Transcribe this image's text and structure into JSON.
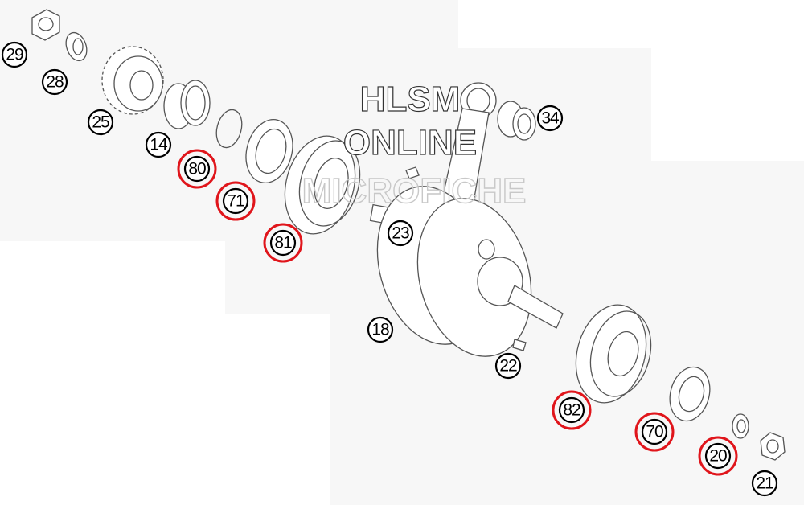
{
  "watermark": {
    "line1": "HLSM",
    "line2": "ONLINE",
    "line3": "MICROFICHE"
  },
  "highlight_color": "#e0151b",
  "callouts": [
    {
      "label": "29",
      "highlighted": false
    },
    {
      "label": "28",
      "highlighted": false
    },
    {
      "label": "25",
      "highlighted": false
    },
    {
      "label": "14",
      "highlighted": false
    },
    {
      "label": "80",
      "highlighted": true
    },
    {
      "label": "71",
      "highlighted": true
    },
    {
      "label": "81",
      "highlighted": true
    },
    {
      "label": "23",
      "highlighted": false
    },
    {
      "label": "34",
      "highlighted": false
    },
    {
      "label": "18",
      "highlighted": false
    },
    {
      "label": "22",
      "highlighted": false
    },
    {
      "label": "82",
      "highlighted": true
    },
    {
      "label": "70",
      "highlighted": true
    },
    {
      "label": "20",
      "highlighted": true
    },
    {
      "label": "21",
      "highlighted": false
    }
  ]
}
